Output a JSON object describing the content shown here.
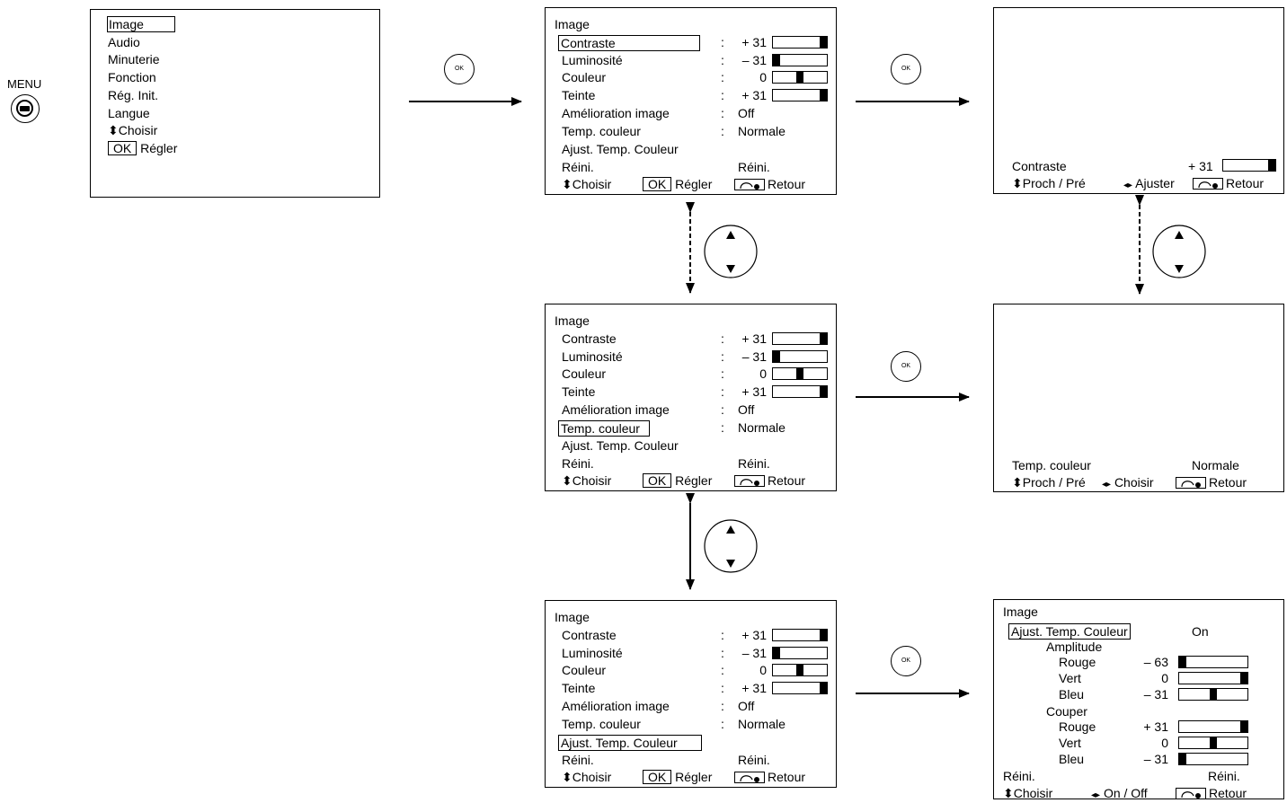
{
  "menu_button": {
    "label": "MENU",
    "icon": "menu-button-icon"
  },
  "ok_button": {
    "label": "OK",
    "icon": "ok-button-icon"
  },
  "main_menu": {
    "items": [
      "Image",
      "Audio",
      "Minuterie",
      "Fonction",
      "Rég. Init.",
      "Langue"
    ],
    "selected": "Image",
    "footer_choose": "Choisir",
    "footer_ok": "OK",
    "footer_set": "Régler"
  },
  "image_menu": {
    "title": "Image",
    "rows": [
      {
        "label": "Contraste",
        "value": "+ 31",
        "bar": 1.0
      },
      {
        "label": "Luminosité",
        "value": "– 31",
        "bar": 0.0
      },
      {
        "label": "Couleur",
        "value": "0",
        "bar": 0.5
      },
      {
        "label": "Teinte",
        "value": "+ 31",
        "bar": 1.0
      },
      {
        "label": "Amélioration image",
        "value": "Off"
      },
      {
        "label": "Temp. couleur",
        "value": "Normale"
      },
      {
        "label": "Ajust. Temp. Couleur",
        "value": ""
      },
      {
        "label": "Réini.",
        "value": "Réini."
      }
    ],
    "sep": ":",
    "footer_choose": "Choisir",
    "footer_ok": "OK",
    "footer_set": "Régler",
    "footer_back": "Retour"
  },
  "contraste_screen": {
    "label": "Contraste",
    "value": "+ 31",
    "bar": 1.0,
    "footer_nav": "Proch / Pré",
    "footer_adjust": "Ajuster",
    "footer_back": "Retour"
  },
  "temp_screen": {
    "label": "Temp. couleur",
    "value": "Normale",
    "footer_nav": "Proch / Pré",
    "footer_choose": "Choisir",
    "footer_back": "Retour"
  },
  "ajust_screen": {
    "title": "Image",
    "header_label": "Ajust. Temp. Couleur",
    "header_value": "On",
    "amplitude_label": "Amplitude",
    "couper_label": "Couper",
    "amplitude": [
      {
        "label": "Rouge",
        "value": "– 63",
        "bar": 0.0
      },
      {
        "label": "Vert",
        "value": "0",
        "bar": 1.0
      },
      {
        "label": "Bleu",
        "value": "– 31",
        "bar": 0.5
      }
    ],
    "couper": [
      {
        "label": "Rouge",
        "value": "+ 31",
        "bar": 1.0
      },
      {
        "label": "Vert",
        "value": "0",
        "bar": 0.5
      },
      {
        "label": "Bleu",
        "value": "– 31",
        "bar": 0.0
      }
    ],
    "reset_label": "Réini.",
    "reset_value": "Réini.",
    "footer_choose": "Choisir",
    "footer_toggle": "On / Off",
    "footer_back": "Retour"
  },
  "colors": {
    "line": "#000000",
    "background": "#ffffff"
  }
}
